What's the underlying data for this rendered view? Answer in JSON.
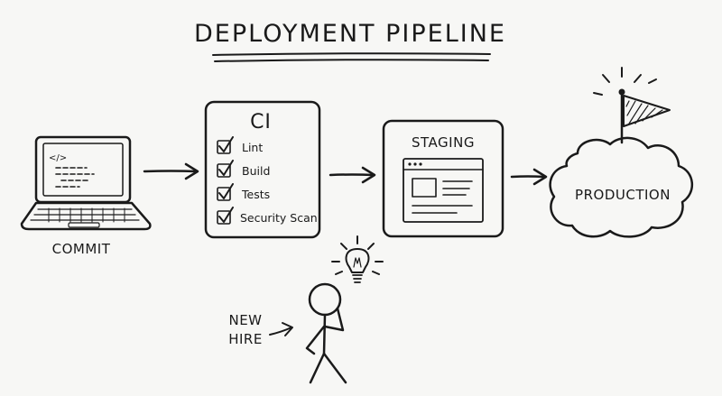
{
  "diagram": {
    "title": "DEPLOYMENT PIPELINE",
    "commit": {
      "label": "COMMIT",
      "code_tag": "</>"
    },
    "ci": {
      "title": "CI",
      "checks": [
        "Lint",
        "Build",
        "Tests",
        "Security Scan"
      ]
    },
    "staging": {
      "title": "STAGING"
    },
    "production": {
      "title": "PRODUCTION"
    },
    "new_hire": {
      "line1": "NEW",
      "line2": "HIRE"
    }
  },
  "icons": [
    "laptop-icon",
    "checkbox-icon",
    "browser-window-icon",
    "cloud-icon",
    "flag-icon",
    "lightbulb-icon",
    "stick-figure-icon",
    "arrow-icon"
  ],
  "colors": {
    "ink": "#1a1a1a",
    "background": "#f7f7f5"
  }
}
